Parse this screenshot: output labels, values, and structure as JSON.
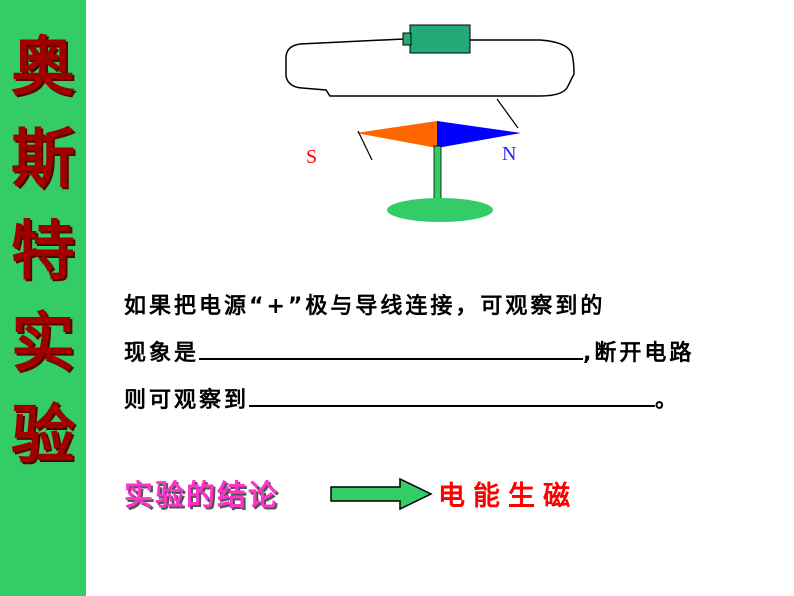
{
  "sidebar": {
    "title_chars": [
      "奥",
      "斯",
      "特",
      "实",
      "验"
    ]
  },
  "diagram": {
    "south_label": "S",
    "north_label": "N"
  },
  "question": {
    "line1": "如果把电源“+”极与导线连接，可观察到的",
    "line2_prefix": "现象是",
    "line2_suffix": ",断开电路",
    "line3_prefix": "则可观察到",
    "line3_suffix": "。"
  },
  "conclusion": {
    "label": "实验的结论",
    "result": "电能生磁"
  },
  "colors": {
    "sidebar_bg": "#33cc66",
    "title_text": "#a00000",
    "battery": "#22aa77",
    "needle_south": "#ff6600",
    "needle_north": "#0000ff",
    "stand": "#33cc66",
    "arrow_fill": "#33cc66",
    "conclusion_label": "#ff33cc",
    "conclusion_result": "#ff0000"
  }
}
